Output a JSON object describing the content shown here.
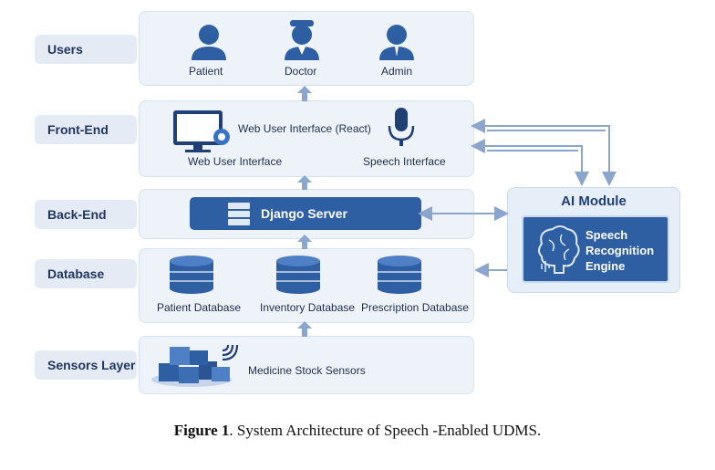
{
  "layers": {
    "users": "Users",
    "frontend": "Front-End",
    "backend": "Back-End",
    "database": "Database",
    "sensors": "Sensors Layer"
  },
  "users": [
    "Patient",
    "Doctor",
    "Admin"
  ],
  "frontend": {
    "title": "Web User Interface (React)",
    "web_ui": "Web User Interface",
    "speech_ui": "Speech Interface"
  },
  "backend": {
    "server": "Django Server"
  },
  "databases": [
    "Patient Database",
    "Inventory Database",
    "Prescription Database"
  ],
  "sensors": {
    "label": "Medicine Stock Sensors"
  },
  "ai_module": {
    "title": "AI Module",
    "engine_lines": [
      "Speech",
      "Recognition",
      "Engine"
    ]
  },
  "caption": {
    "bold": "Figure 1",
    "text": ". System Architecture of Speech -Enabled UDMS."
  },
  "colors": {
    "primary": "#2f5fa3",
    "panel": "#eef3fa",
    "arrow": "#8aa6cc"
  }
}
